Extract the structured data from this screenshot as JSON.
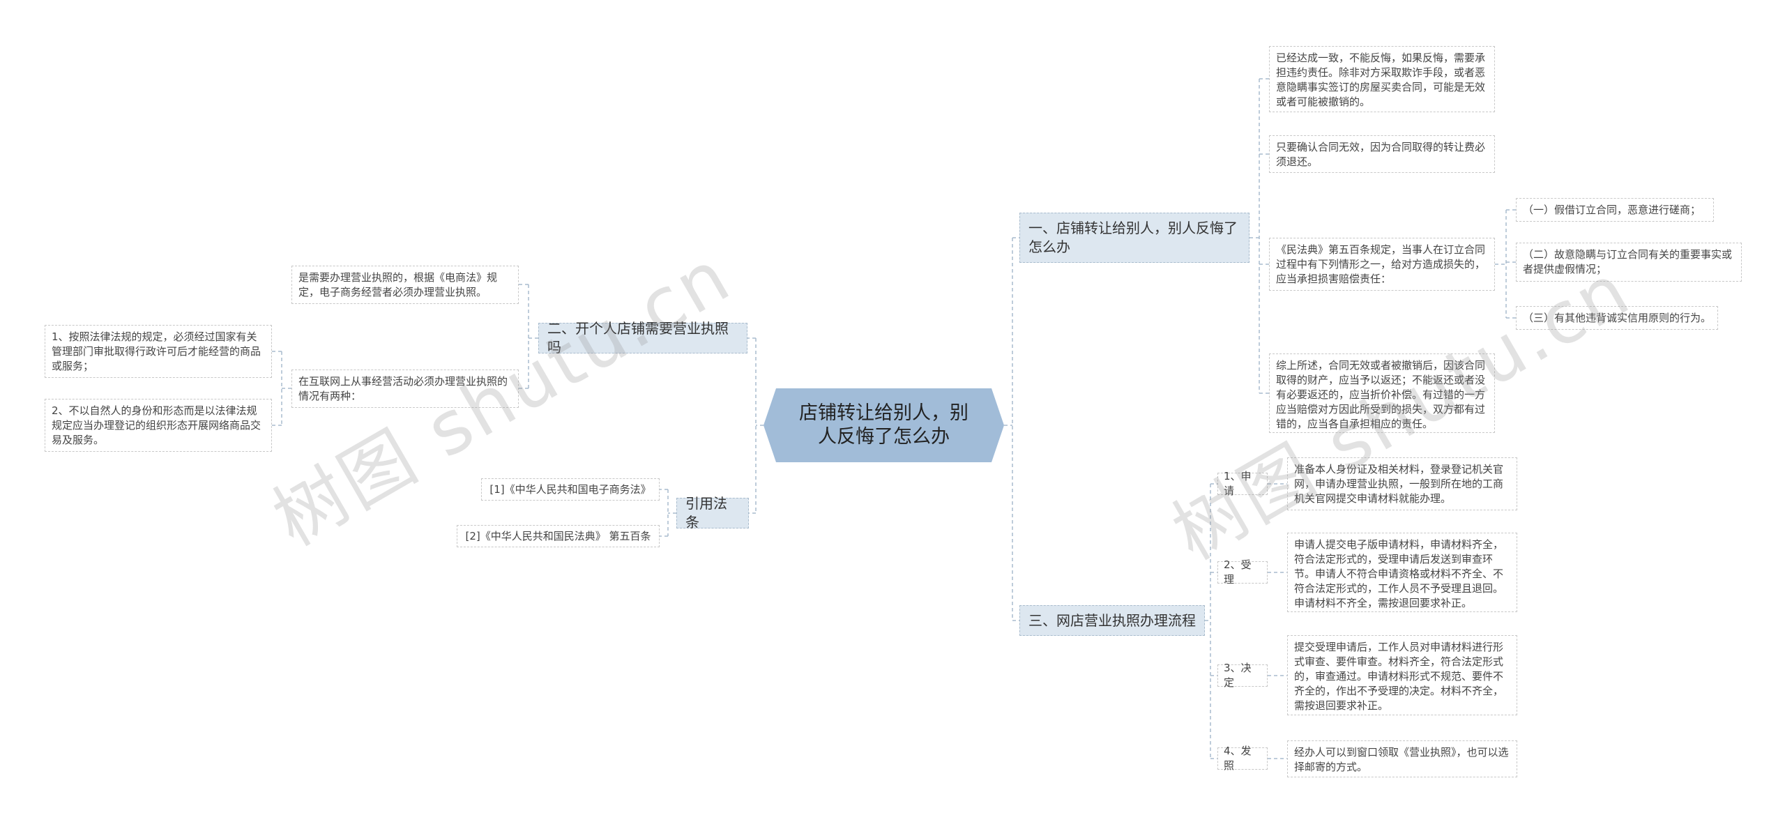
{
  "root": {
    "text": "店铺转让给别人，别人反悔了怎么办"
  },
  "right": [
    {
      "title": "一、店铺转让给别人，别人反悔了怎么办",
      "children": [
        {
          "text": "已经达成一致，不能反悔，如果反悔，需要承担违约责任。除非对方采取欺诈手段，或者恶意隐瞒事实签订的房屋买卖合同，可能是无效或者可能被撤销的。"
        },
        {
          "text": "只要确认合同无效，因为合同取得的转让费必须退还。"
        },
        {
          "text": "《民法典》第五百条规定，当事人在订立合同过程中有下列情形之一，给对方造成损失的，应当承担损害赔偿责任：",
          "children": [
            {
              "text": "（一）假借订立合同，恶意进行磋商；"
            },
            {
              "text": "（二）故意隐瞒与订立合同有关的重要事实或者提供虚假情况；"
            },
            {
              "text": "（三）有其他违背诚实信用原则的行为。"
            }
          ]
        },
        {
          "text": "综上所述，合同无效或者被撤销后，因该合同取得的财产，应当予以返还；不能返还或者没有必要返还的，应当折价补偿。有过错的一方应当赔偿对方因此所受到的损失，双方都有过错的，应当各自承担相应的责任。"
        }
      ]
    },
    {
      "title": "三、网店营业执照办理流程",
      "steps": [
        {
          "label": "1、申请",
          "text": "准备本人身份证及相关材料，登录登记机关官网，申请办理营业执照，一般到所在地的工商机关官网提交申请材料就能办理。"
        },
        {
          "label": "2、受理",
          "text": "申请人提交电子版申请材料，申请材料齐全，符合法定形式的，受理申请后发送到审查环节。申请人不符合申请资格或材料不齐全、不符合法定形式的，工作人员不予受理且退回。申请材料不齐全，需按退回要求补正。"
        },
        {
          "label": "3、决定",
          "text": "提交受理申请后，工作人员对申请材料进行形式审查、要件审查。材料齐全，符合法定形式的，审查通过。申请材料形式不规范、要件不齐全的，作出不予受理的决定。材料不齐全，需按退回要求补正。"
        },
        {
          "label": "4、发照",
          "text": "经办人可以到窗口领取《营业执照》，也可以选择邮寄的方式。"
        }
      ]
    }
  ],
  "left": [
    {
      "title": "二、开个人店铺需要营业执照吗",
      "children": [
        {
          "text": "是需要办理营业执照的，根据《电商法》规定，电子商务经营者必须办理营业执照。"
        },
        {
          "text": "在互联网上从事经营活动必须办理营业执照的情况有两种：",
          "children": [
            {
              "text": "1、按照法律法规的规定，必须经过国家有关管理部门审批取得行政许可后才能经营的商品或服务；"
            },
            {
              "text": "2、不以自然人的身份和形态而是以法律法规规定应当办理登记的组织形态开展网络商品交易及服务。"
            }
          ]
        }
      ]
    },
    {
      "title": "引用法条",
      "children": [
        {
          "text": "[1]《中华人民共和国电子商务法》"
        },
        {
          "text": "[2]《中华人民共和国民法典》 第五百条"
        }
      ]
    }
  ],
  "watermark": "树图 shutu.cn",
  "colors": {
    "root": "#a1bcd8",
    "branch": "#dde7f0",
    "line": "#a9bccd"
  }
}
